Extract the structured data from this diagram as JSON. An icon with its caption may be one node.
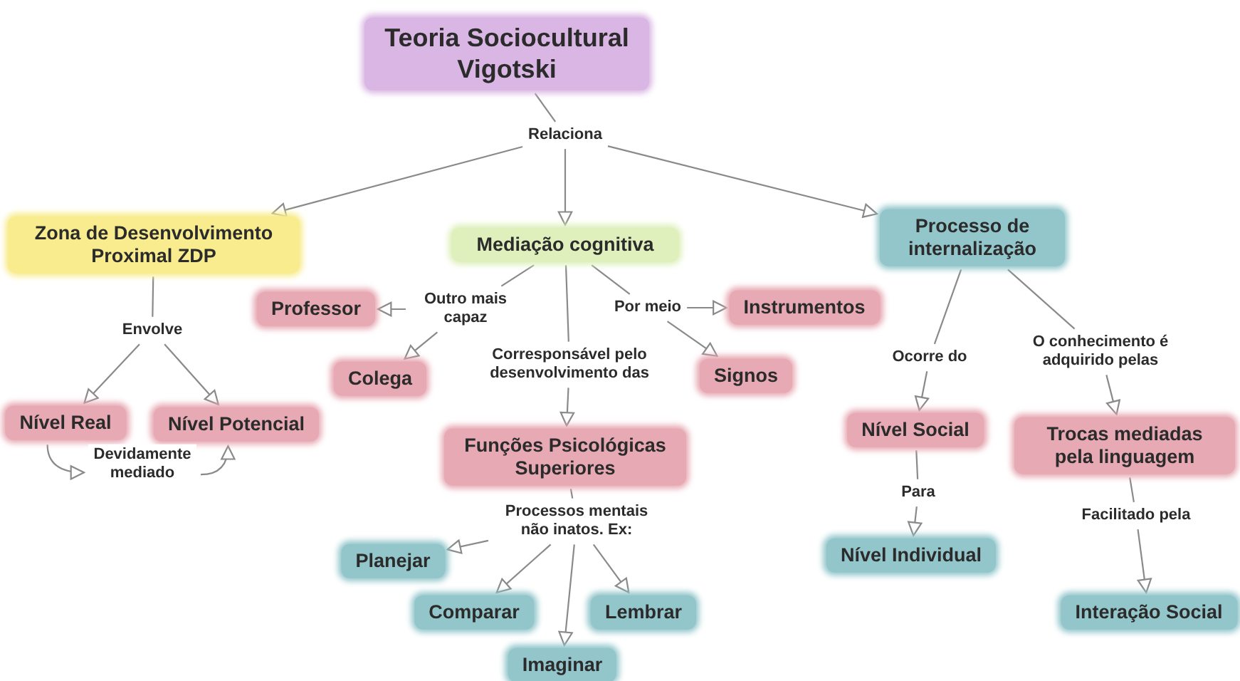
{
  "diagram": {
    "nodes": [
      {
        "text": [
          "Teoria Sociocultural Vigotski"
        ]
      },
      {
        "text": [
          "Relaciona"
        ]
      },
      {
        "text": [
          "Zona de Desenvolvimento Proximal ZDP"
        ]
      },
      {
        "text": [
          "Mediação cognitiva"
        ]
      },
      {
        "text": [
          "Processo de internalização"
        ]
      },
      {
        "text": [
          "Envolve"
        ]
      },
      {
        "text": [
          "Nível Real"
        ]
      },
      {
        "text": [
          "Nível Potencial"
        ]
      },
      {
        "text": [
          "Devidamente mediado"
        ]
      },
      {
        "text": [
          "Outro mais capaz"
        ]
      },
      {
        "text": [
          "Professor"
        ]
      },
      {
        "text": [
          "Colega"
        ]
      },
      {
        "text": [
          "Corresponsável pelo desenvolvimento das"
        ]
      },
      {
        "text": [
          "Por meio"
        ]
      },
      {
        "text": [
          "Instrumentos"
        ]
      },
      {
        "text": [
          "Signos"
        ]
      },
      {
        "text": [
          "Funções Psicológicas Superiores"
        ]
      },
      {
        "text": [
          "Processos mentais não inatos. Ex:"
        ]
      },
      {
        "text": [
          "Planejar"
        ]
      },
      {
        "text": [
          "Comparar"
        ]
      },
      {
        "text": [
          "Lembrar"
        ]
      },
      {
        "text": [
          "Imaginar"
        ]
      },
      {
        "text": [
          "Ocorre do"
        ]
      },
      {
        "text": [
          "O conhecimento é adquirido pelas"
        ]
      },
      {
        "text": [
          "Nível Social"
        ]
      },
      {
        "text": [
          "Trocas mediadas pela linguagem"
        ]
      },
      {
        "text": [
          "Para"
        ]
      },
      {
        "text": [
          "Facilitado pela"
        ]
      },
      {
        "text": [
          "Nível Individual"
        ]
      },
      {
        "text": [
          "Interação Social"
        ]
      }
    ],
    "edges": [
      {
        "from": 0,
        "to": 1,
        "arrow": "none"
      },
      {
        "from": 1,
        "to": 2,
        "arrow": "to"
      },
      {
        "from": 1,
        "to": 3,
        "arrow": "to"
      },
      {
        "from": 1,
        "to": 4,
        "arrow": "to"
      },
      {
        "from": 2,
        "to": 5,
        "arrow": "none"
      },
      {
        "from": 5,
        "to": 6,
        "arrow": "to"
      },
      {
        "from": 5,
        "to": 7,
        "arrow": "to"
      },
      {
        "from": 6,
        "to": 8,
        "arrow": "to"
      },
      {
        "from": 8,
        "to": 7,
        "arrow": "to"
      },
      {
        "from": 3,
        "to": 9,
        "arrow": "none"
      },
      {
        "from": 9,
        "to": 10,
        "arrow": "to"
      },
      {
        "from": 9,
        "to": 11,
        "arrow": "to"
      },
      {
        "from": 3,
        "to": 12,
        "arrow": "none"
      },
      {
        "from": 12,
        "to": 16,
        "arrow": "to"
      },
      {
        "from": 3,
        "to": 13,
        "arrow": "none"
      },
      {
        "from": 13,
        "to": 14,
        "arrow": "to"
      },
      {
        "from": 13,
        "to": 15,
        "arrow": "to"
      },
      {
        "from": 16,
        "to": 17,
        "arrow": "none"
      },
      {
        "from": 17,
        "to": 18,
        "arrow": "to"
      },
      {
        "from": 17,
        "to": 19,
        "arrow": "to"
      },
      {
        "from": 17,
        "to": 20,
        "arrow": "to"
      },
      {
        "from": 17,
        "to": 21,
        "arrow": "to"
      },
      {
        "from": 4,
        "to": 22,
        "arrow": "none"
      },
      {
        "from": 22,
        "to": 24,
        "arrow": "to"
      },
      {
        "from": 4,
        "to": 23,
        "arrow": "none"
      },
      {
        "from": 23,
        "to": 25,
        "arrow": "to"
      },
      {
        "from": 24,
        "to": 26,
        "arrow": "none"
      },
      {
        "from": 26,
        "to": 28,
        "arrow": "to"
      },
      {
        "from": 25,
        "to": 27,
        "arrow": "none"
      },
      {
        "from": 27,
        "to": 29,
        "arrow": "to"
      }
    ]
  }
}
